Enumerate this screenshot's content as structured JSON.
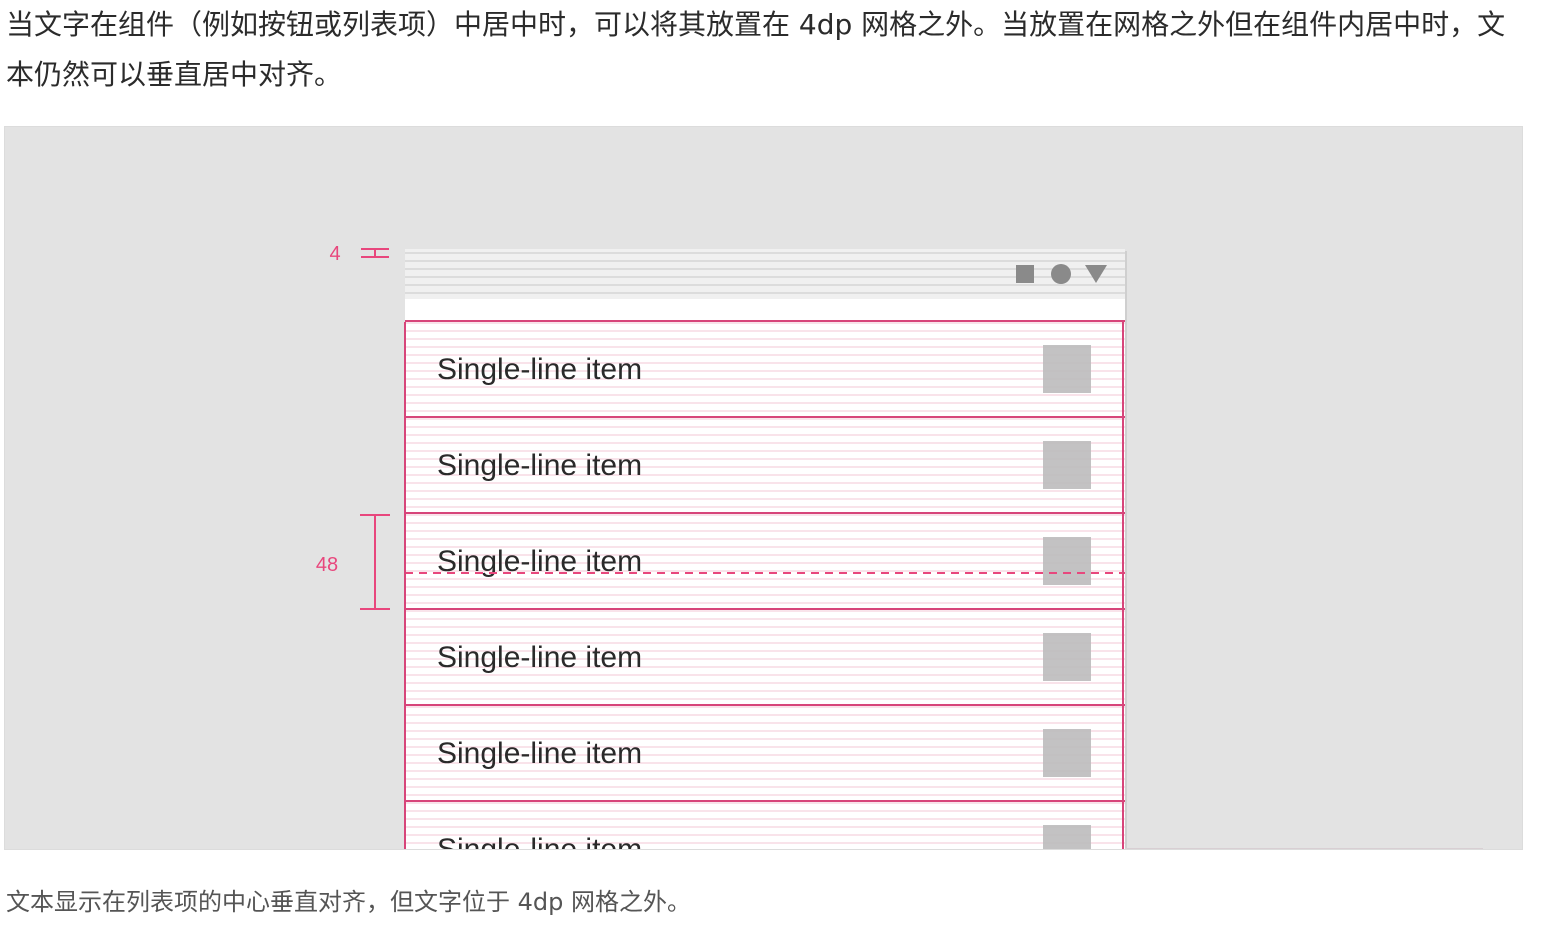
{
  "document": {
    "intro_text": "当文字在组件（例如按钮或列表项）中居中时，可以将其放置在 4dp 网格之外。当放置在网格之外但在组件内居中时，文本仍然可以垂直居中对齐。",
    "caption": "文本显示在列表项的中心垂直对齐，但文字位于 4dp 网格之外。"
  },
  "figure": {
    "status_bar_measure": "4",
    "row_height_measure": "48",
    "status_icons": [
      "square-icon",
      "circle-icon",
      "triangle-icon"
    ],
    "list_items": [
      "Single-line item",
      "Single-line item",
      "Single-line item",
      "Single-line item",
      "Single-line item",
      "Single-line item"
    ],
    "colors": {
      "canvas_background": "#e3e3e3",
      "annotation_pink": "#e8477d",
      "row_border": "#d7457a",
      "grid_line": "#f3c7d6",
      "status_grid_line": "#c9c9c9",
      "placeholder_box": "#bdbbbd",
      "icon_gray": "#8a8a8a"
    }
  }
}
